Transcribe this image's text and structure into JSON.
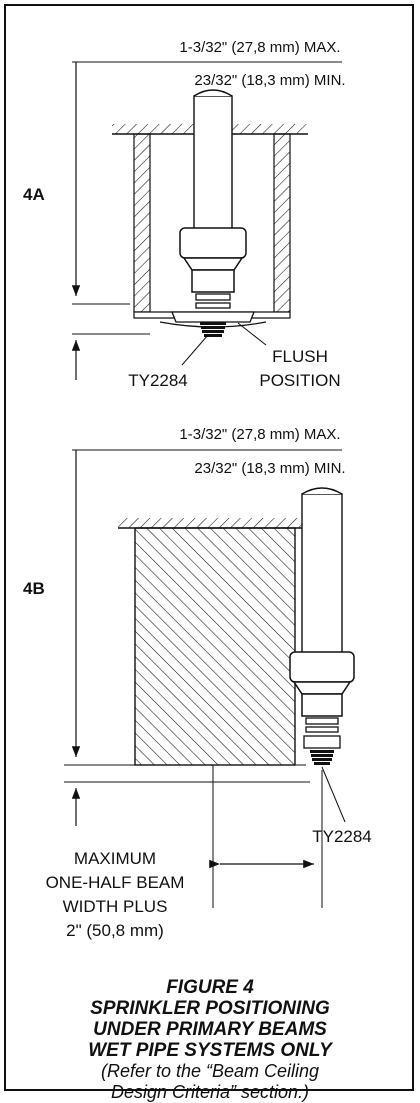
{
  "fig4a": {
    "tag": "4A",
    "dim_max": "1-3/32\" (27,8 mm) MAX.",
    "dim_min": "23/32\" (18,3 mm) MIN.",
    "model": "TY2284",
    "flush_line1": "FLUSH",
    "flush_line2": "POSITION"
  },
  "fig4b": {
    "tag": "4B",
    "dim_max": "1-3/32\" (27,8 mm) MAX.",
    "dim_min": "23/32\" (18,3 mm) MIN.",
    "model": "TY2284",
    "beam_note": [
      "MAXIMUM",
      "ONE-HALF BEAM",
      "WIDTH PLUS",
      "2\" (50,8 mm)"
    ]
  },
  "caption": {
    "title": "FIGURE 4",
    "line1": "SPRINKLER POSITIONING",
    "line2": "UNDER PRIMARY BEAMS",
    "line3": "WET PIPE SYSTEMS ONLY",
    "note1": "(Refer to the “Beam Ceiling",
    "note2": "Design Criteria” section.)"
  }
}
